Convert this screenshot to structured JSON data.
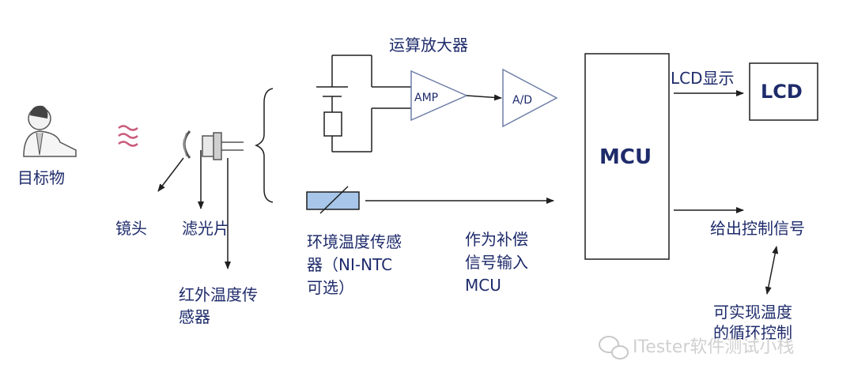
{
  "labels": {
    "target": "目标物",
    "lens": "镜头",
    "filter": "滤光片",
    "ir_sensor_line1": "红外温度传",
    "ir_sensor_line2": "感器",
    "opamp": "运算放大器",
    "amp": "AMP",
    "adc": "A/D",
    "env_line1": "环境温度传感",
    "env_line2": "器（NI-NTC",
    "env_line3": "可选）",
    "comp_line1": "作为补偿",
    "comp_line2": "信号输入",
    "comp_line3": "MCU",
    "mcu": "MCU",
    "lcd_display": "LCD显示",
    "lcd": "LCD",
    "control_out": "给出控制信号",
    "loop_line1": "可实现温度",
    "loop_line2": "的循环控制"
  },
  "watermark": "ITester软件测试小栈",
  "colors": {
    "text": "#1e2b6b",
    "ntc_fill": "#a7c6e9",
    "line": "#1f1f1f"
  },
  "icons": [
    "person-icon",
    "ir-wave-icon",
    "lens-icon",
    "sensor-icon",
    "wechat-icon"
  ]
}
